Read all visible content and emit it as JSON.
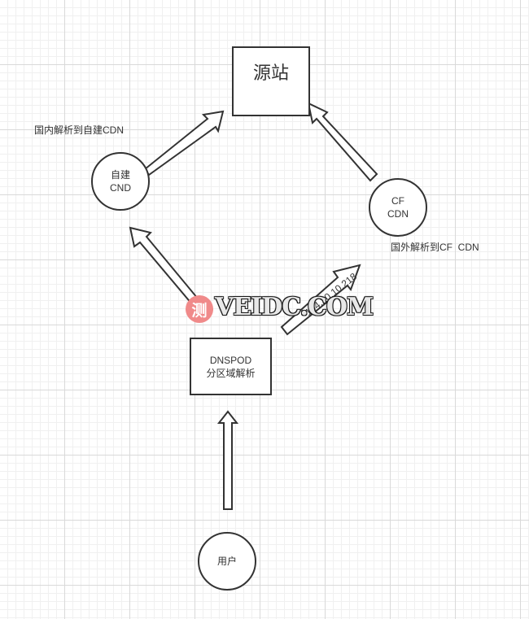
{
  "nodes": {
    "origin": {
      "label": "源站"
    },
    "self_cdn": {
      "line1": "自建",
      "line2": "CND"
    },
    "cf_cdn": {
      "line1": "CF",
      "line2": "CDN"
    },
    "dnspod": {
      "line1": "DNSPOD",
      "line2": "分区域解析"
    },
    "user": {
      "label": "用户"
    }
  },
  "labels": {
    "domestic": "国内解析到自建CDN",
    "foreign": "国外解析到CF  CDN",
    "ip": "104.20.10.218"
  },
  "watermark": {
    "badge": "测",
    "text": "VEIDC.COM"
  },
  "colors": {
    "stroke": "#333333",
    "grid": "#d9d9d9",
    "watermark_badge": "#f08a8a"
  }
}
